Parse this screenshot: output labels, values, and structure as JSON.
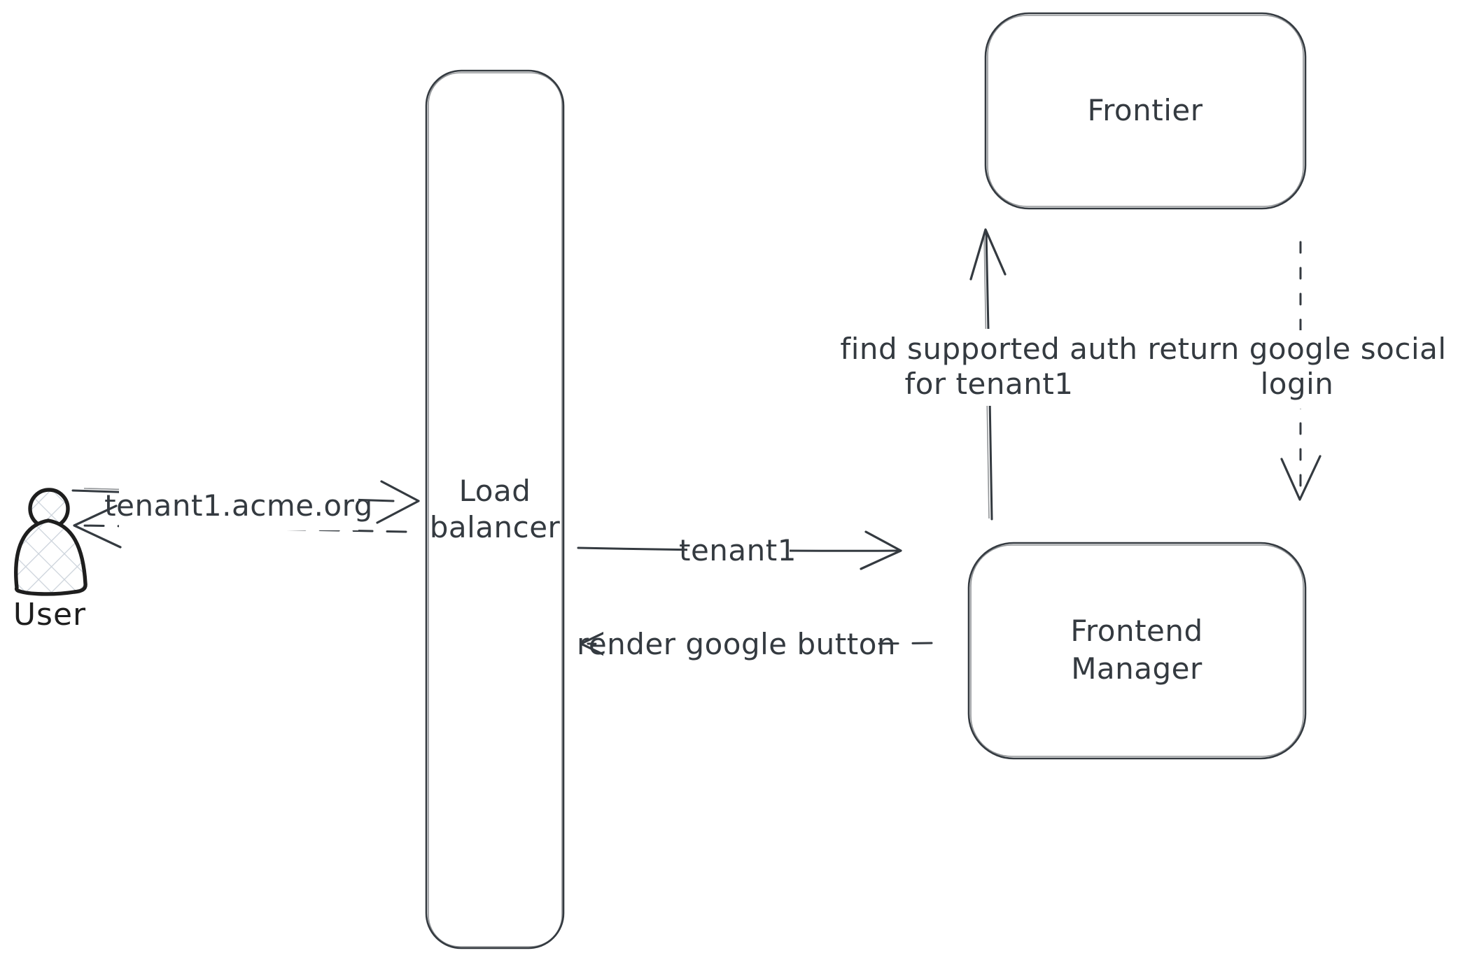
{
  "diagram": {
    "background_color": "#ffffff",
    "stroke_color": "#343a40",
    "actor_stroke_color": "#1e1e1e",
    "hatch_fill_color": "#ccd3db",
    "nodes": {
      "user": {
        "type": "actor",
        "label": "User"
      },
      "load_balancer": {
        "type": "rounded-rectangle",
        "lines": [
          "Load",
          "balancer"
        ]
      },
      "frontier": {
        "type": "rounded-rectangle",
        "label": "Frontier"
      },
      "frontend_manager": {
        "type": "rounded-rectangle",
        "lines": [
          "Frontend",
          "Manager"
        ]
      }
    },
    "edges": {
      "user_to_load_balancer": {
        "style": "solid",
        "direction": "right",
        "label": "tenant1.acme.org"
      },
      "load_balancer_to_user": {
        "style": "dashed",
        "direction": "left",
        "label": ""
      },
      "load_balancer_to_frontend_manager": {
        "style": "solid",
        "direction": "right",
        "label": "tenant1"
      },
      "frontend_manager_to_load_balancer": {
        "style": "dashed",
        "direction": "left",
        "label": "render google button"
      },
      "frontend_manager_to_frontier": {
        "style": "solid",
        "direction": "up",
        "lines": [
          "find supported auth",
          "for tenant1"
        ]
      },
      "frontier_to_frontend_manager": {
        "style": "dashed",
        "direction": "down",
        "lines": [
          "return google social",
          "login"
        ]
      }
    }
  }
}
